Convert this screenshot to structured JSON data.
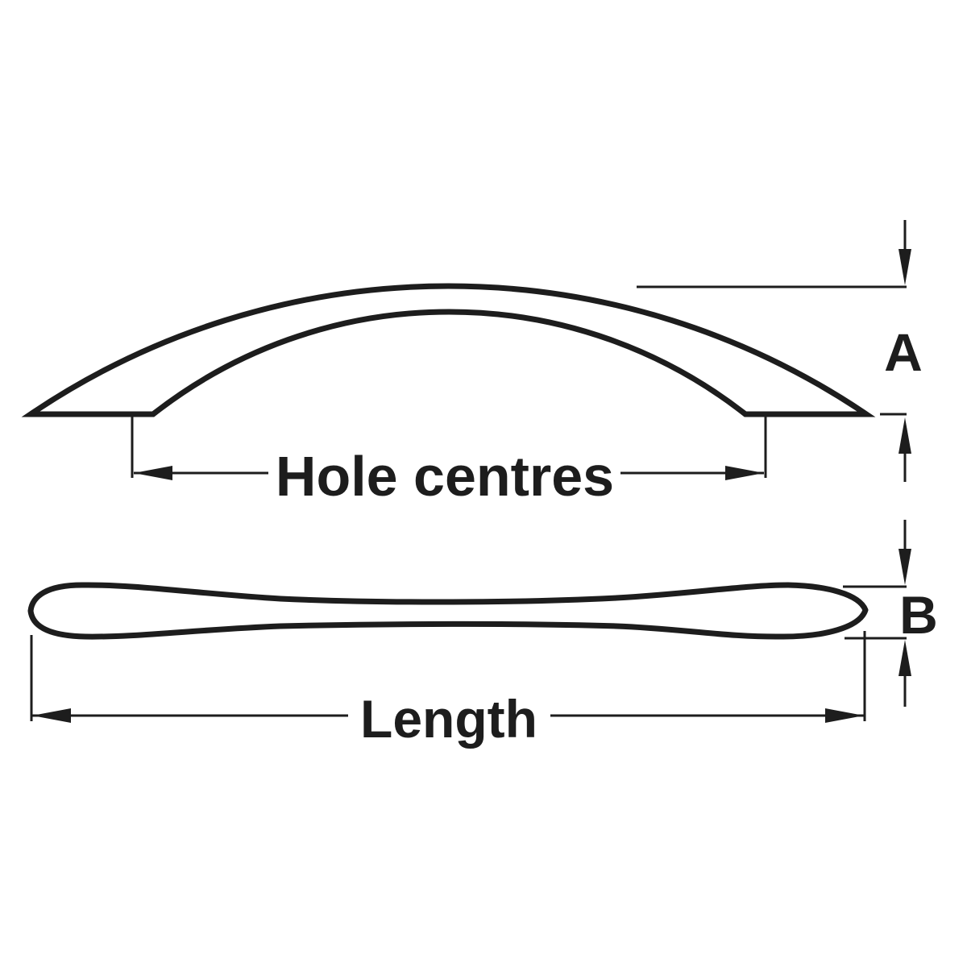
{
  "colors": {
    "ink": "#1d1d1d",
    "background": "#ffffff"
  },
  "diagram": {
    "views": [
      {
        "name": "side-view",
        "shape": "arched-bow-handle-elevation"
      },
      {
        "name": "top-view",
        "shape": "handle-plan-profile"
      }
    ],
    "dimensions": {
      "hole_centres": {
        "label": "Hole centres"
      },
      "length": {
        "label": "Length"
      },
      "a": {
        "label": "A"
      },
      "b": {
        "label": "B"
      }
    }
  }
}
